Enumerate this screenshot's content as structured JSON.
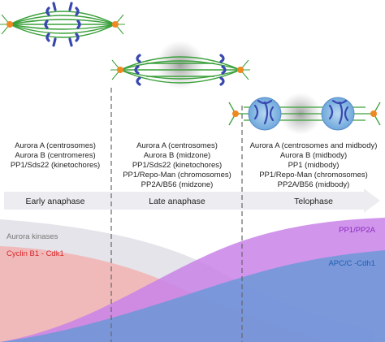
{
  "phase_columns": [
    {
      "id": "early",
      "localizations": [
        "Aurora A (centrosomes)",
        "Aurora B (centromeres)",
        "PP1/Sds22 (kinetochores)"
      ]
    },
    {
      "id": "late",
      "localizations": [
        "Aurora A (centrosomes)",
        "Aurora B (midzone)",
        "PP1/Sds22 (kinetochores)",
        "PP1/Repo-Man (chromosomes)",
        "PP2A/B56 (midzone)"
      ]
    },
    {
      "id": "telophase",
      "localizations": [
        "Aurora A (centrosomes and midbody)",
        "Aurora B (midbody)",
        "PP1 (midbody)",
        "PP1/Repo-Man (chromosomes)",
        "PP2A/B56 (midbody)"
      ]
    }
  ],
  "timeline": {
    "phases": [
      "Early anaphase",
      "Late anaphase",
      "Telophase"
    ]
  },
  "activity_curves": {
    "aurora_kinases": "Aurora kinases",
    "cyclin_cdk1": "Cyclin B1 - Cdk1",
    "pp1_pp2a": "PP1/PP2A",
    "apc_cdh1": "APC/C -Cdh1"
  },
  "colors": {
    "aurora": "#e4e4ea",
    "cyclin": "#f2b2b2",
    "cyclin_label": "#d8282a",
    "pp1": "#c27fe3",
    "pp1_label": "#8a2cc0",
    "apc": "#5f99d9",
    "apc_label": "#1e5fae",
    "spindle_green": "#3aa03a",
    "chromosome_blue": "#3848b0",
    "centrosome_orange": "#f08820",
    "arrow_gray": "#ececf0",
    "dashed_line": "#666666"
  },
  "cell_icons": [
    "early-anaphase-spindle",
    "late-anaphase-spindle",
    "telophase-cells"
  ]
}
